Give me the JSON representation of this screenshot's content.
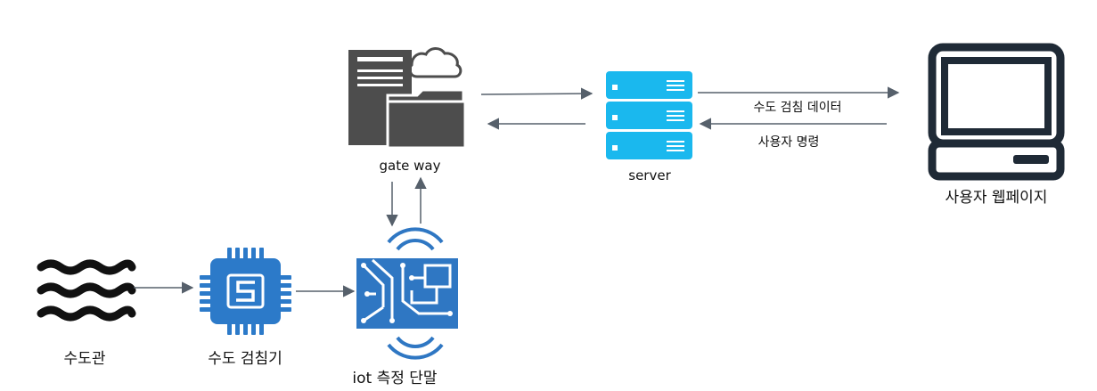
{
  "nodes": {
    "water_pipe": {
      "label": "수도관",
      "icon": "water-waves-icon"
    },
    "water_meter": {
      "label": "수도 검침기",
      "icon": "chip-icon"
    },
    "iot_terminal": {
      "label": "iot 측정 단말",
      "icon": "iot-circuit-board-icon"
    },
    "gateway": {
      "label": "gate way",
      "icon": "gateway-server-folder-cloud-icon"
    },
    "server": {
      "label": "server",
      "icon": "server-rack-icon"
    },
    "user_web": {
      "label": "사용자 웹페이지",
      "icon": "computer-monitor-icon"
    }
  },
  "edges": {
    "server_to_web": {
      "label": "수도 검침 데이터"
    },
    "web_to_server": {
      "label": "사용자 명령"
    }
  },
  "colors": {
    "water": "#111111",
    "chip": "#2c7ac9",
    "iot": "#2f77c3",
    "gateway": "#4d4d4d",
    "server": "#1ab8ee",
    "monitor": "#1f2a36",
    "arrow": "#56606b"
  }
}
